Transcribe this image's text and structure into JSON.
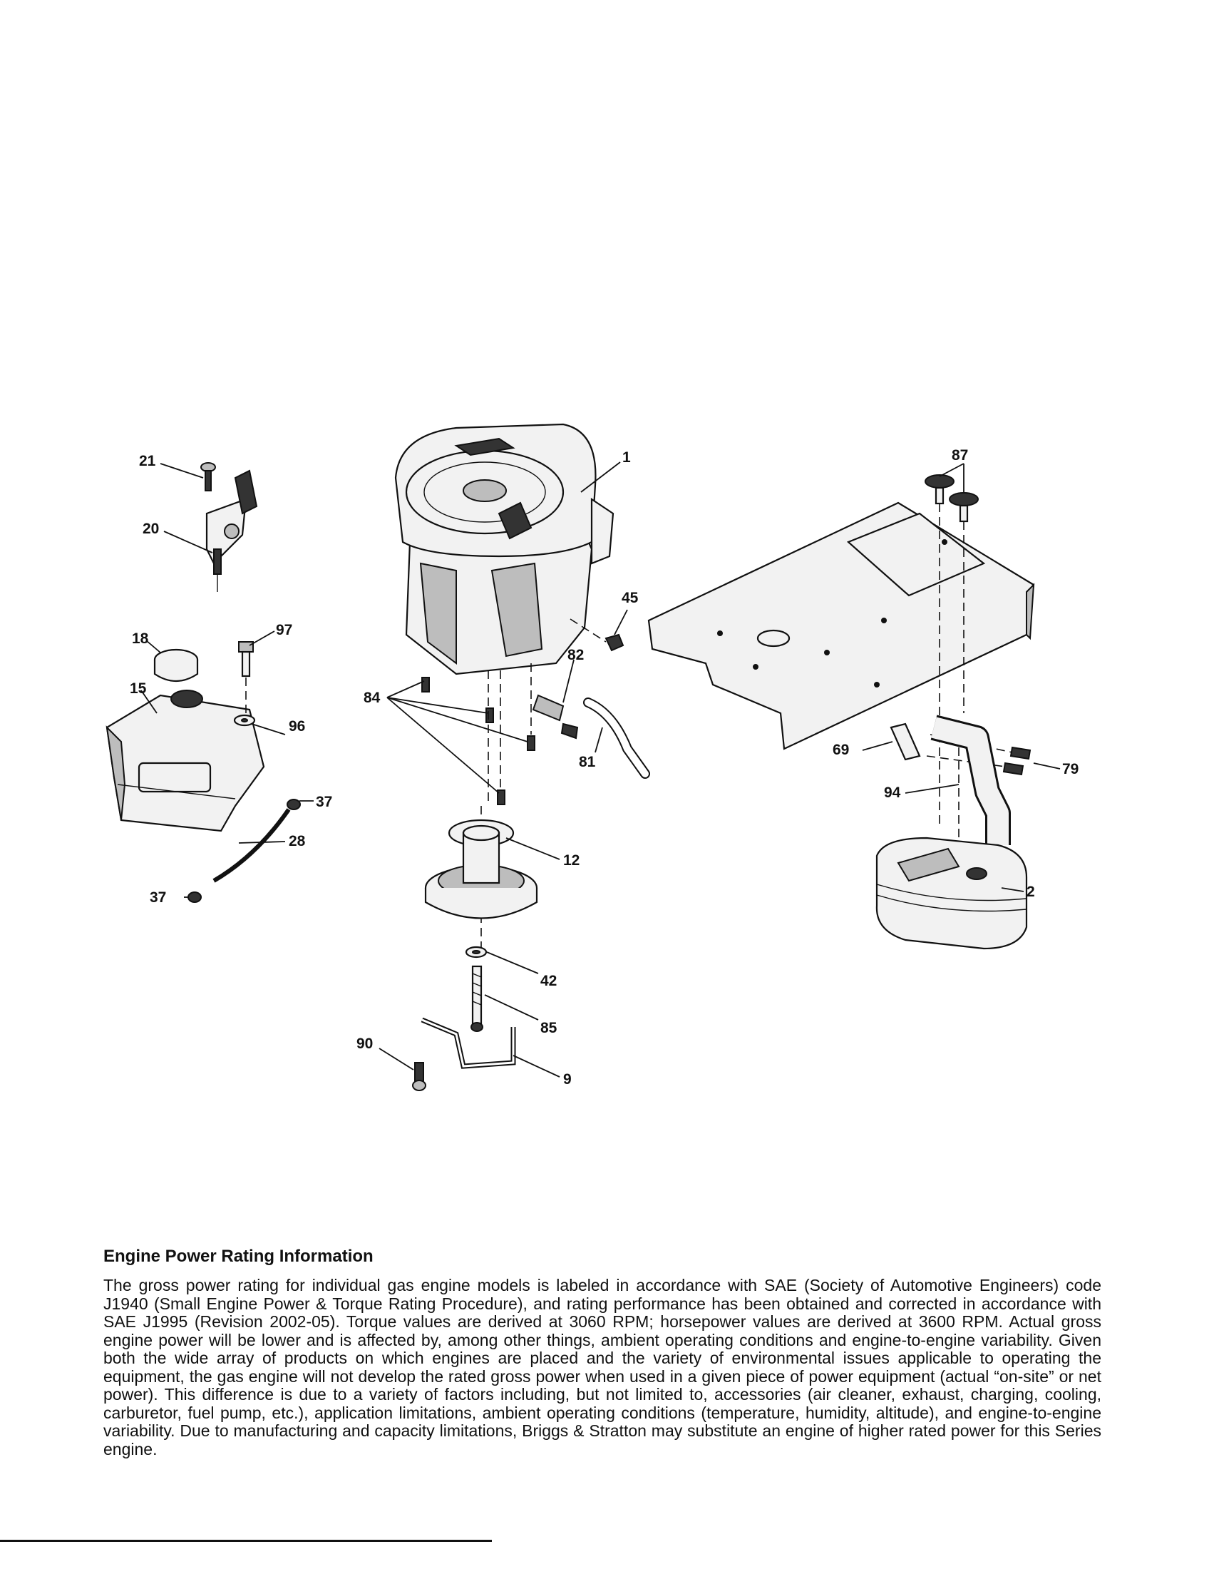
{
  "parts": {
    "p1": "1",
    "p2": "2",
    "p9": "9",
    "p12": "12",
    "p15": "15",
    "p18": "18",
    "p20": "20",
    "p21": "21",
    "p28": "28",
    "p37a": "37",
    "p37b": "37",
    "p42": "42",
    "p45": "45",
    "p69": "69",
    "p79": "79",
    "p81": "81",
    "p82": "82",
    "p84": "84",
    "p85": "85",
    "p87": "87",
    "p90": "90",
    "p94": "94",
    "p96": "96",
    "p97": "97"
  },
  "info": {
    "title": "Engine Power Rating Information",
    "body": "The gross power rating for individual gas engine models is labeled in accordance with SAE (Society of Automotive Engineers) code J1940 (Small Engine Power & Torque Rating Procedure), and rating performance has been obtained and corrected in accordance with SAE J1995 (Revision 2002-05). Torque values are derived at 3060 RPM; horsepower values are derived at 3600 RPM. Actual gross engine power will be lower and is affected by, among other things, ambient operating conditions and engine-to-engine variability. Given both the wide array of products on which engines are placed and the variety of environmental issues applicable to operating the equipment, the gas engine will not develop the rated gross power when used in a given piece of power equipment (actual “on-site” or net power). This difference is due to a variety of factors including, but not limited to, accessories (air cleaner, exhaust, charging, cooling, carburetor, fuel pump, etc.), application limitations, ambient operating conditions (temperature, humidity, altitude), and engine-to-engine variability. Due to manufacturing and capacity limitations, Briggs & Stratton may substitute an engine of higher rated power for this Series engine."
  }
}
